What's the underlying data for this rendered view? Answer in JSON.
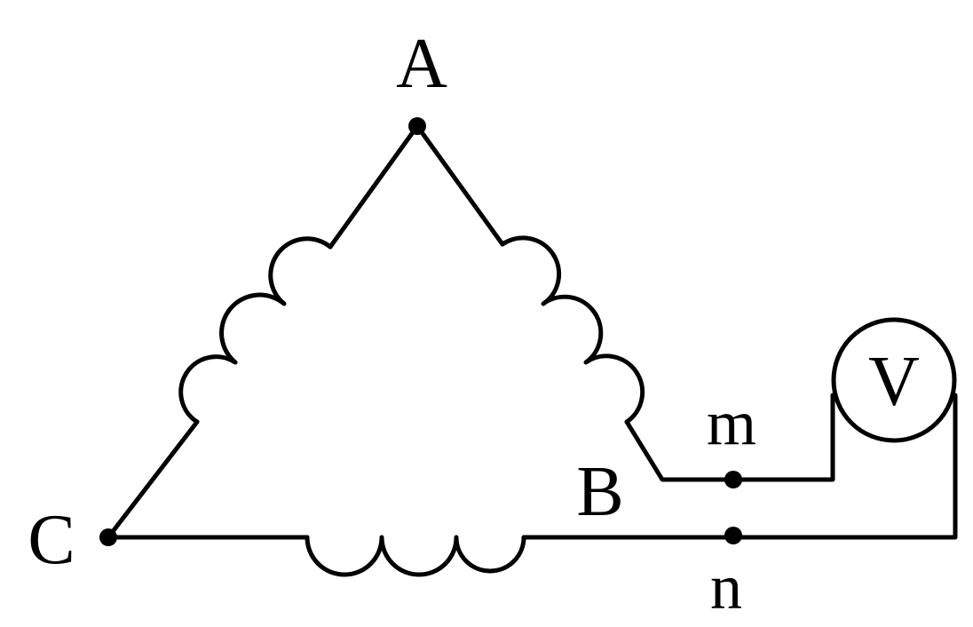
{
  "labels": {
    "A": "A",
    "B": "B",
    "C": "C",
    "m": "m",
    "n": "n",
    "voltmeter": "V"
  }
}
